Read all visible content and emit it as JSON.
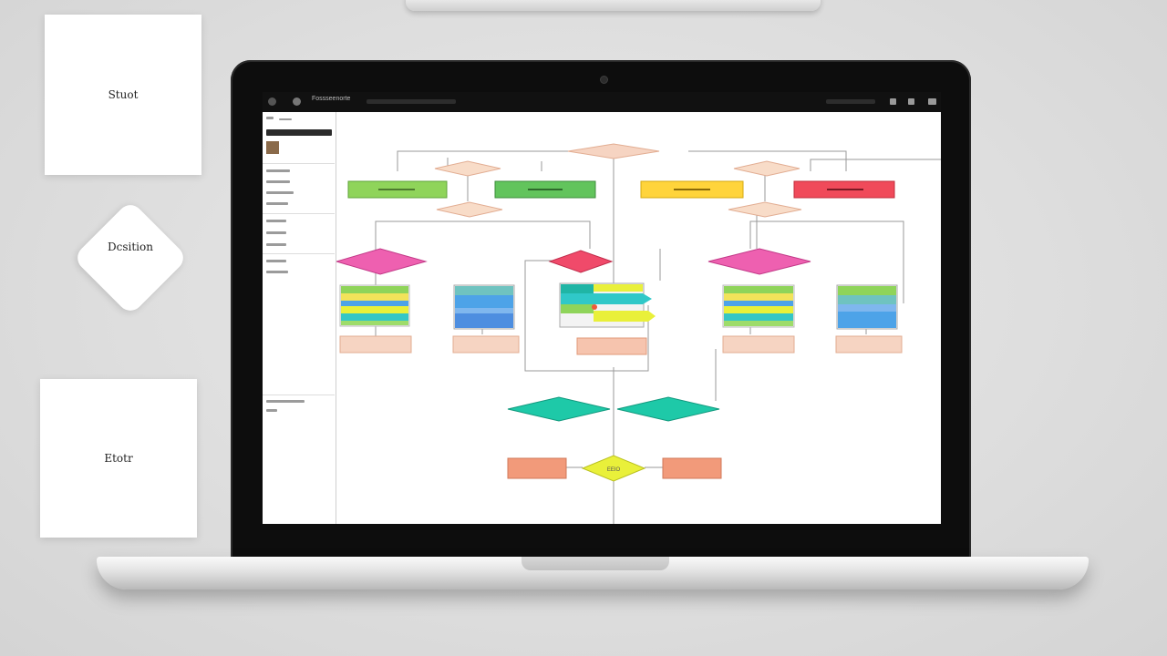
{
  "cards": {
    "start_label": "Stuot",
    "decision_label": "Dcsition",
    "end_label": "Etotr"
  },
  "app": {
    "title": "Fossseenorte"
  },
  "flowchart": {
    "bottom_label": "EEIO"
  },
  "colors": {
    "green": "#8fd45a",
    "yellow": "#ffd43b",
    "red": "#f04a5a",
    "pink": "#ee60b0",
    "teal": "#1ec9a8",
    "salmon": "#f29a7a",
    "peach": "#f6d4c2",
    "blue": "#4da3e8",
    "lime": "#e9f03a"
  }
}
